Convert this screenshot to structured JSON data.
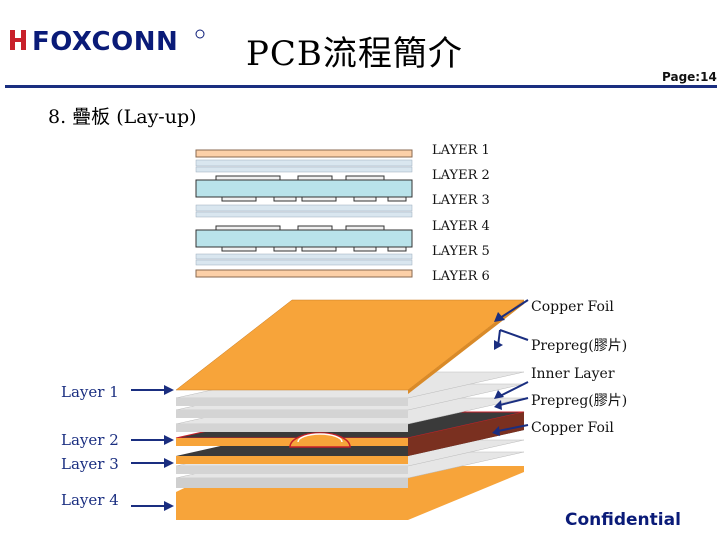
{
  "header": {
    "logo_text": "FOXCONN",
    "title": "PCB流程簡介",
    "page": "Page:14"
  },
  "section": {
    "title": "8. 疊板 (Lay-up)"
  },
  "cross_section": {
    "layers": [
      "LAYER 1",
      "LAYER 2",
      "LAYER 3",
      "LAYER 4",
      "LAYER 5",
      "LAYER 6"
    ]
  },
  "exploded_view": {
    "material_labels": [
      "Copper Foil",
      "Prepreg(膠片)",
      "Inner Layer",
      "Prepreg(膠片)",
      "Copper Foil"
    ],
    "side_labels": [
      "Layer 1",
      "Layer 2",
      "Layer 3",
      "Layer 4"
    ]
  },
  "footer": {
    "confidential": "Confidential"
  },
  "colors": {
    "copper": "#f7a43a",
    "copper_light": "#fcd0a8",
    "prepreg": "#d6d6d6",
    "inner_core": "#b9e3ea",
    "inner_dark": "#3a3a3a",
    "arrow": "#1a2e80",
    "rule": "#1a2e80",
    "logo_blue": "#0a1b78"
  }
}
